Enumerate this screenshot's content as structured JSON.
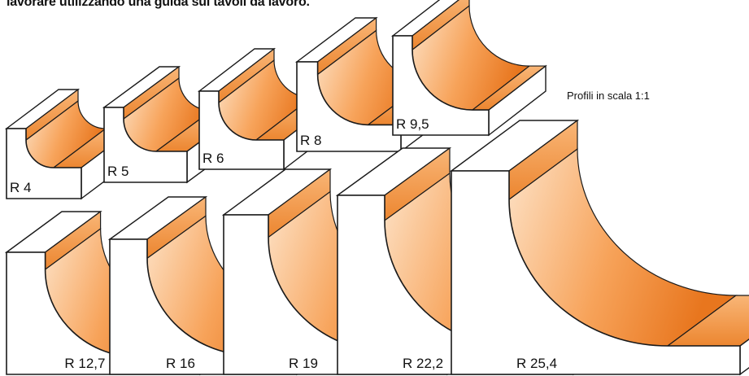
{
  "intro_text": "lavorare utilizzando una guida sui tavoli da lavoro.",
  "scale_note": "Profili in scala 1:1",
  "profiles": [
    {
      "label": "R 4"
    },
    {
      "label": "R 5"
    },
    {
      "label": "R 6"
    },
    {
      "label": "R 8"
    },
    {
      "label": "R 9,5"
    },
    {
      "label": "R 12,7"
    },
    {
      "label": "R 16"
    },
    {
      "label": "R 19"
    },
    {
      "label": "R 22,2"
    },
    {
      "label": "R 25,4"
    }
  ],
  "colors": {
    "profile_light": "#fde3c8",
    "profile_mid": "#f7a35a",
    "profile_dark": "#e8761e",
    "outline": "#1a1a1a",
    "block": "#ffffff"
  }
}
